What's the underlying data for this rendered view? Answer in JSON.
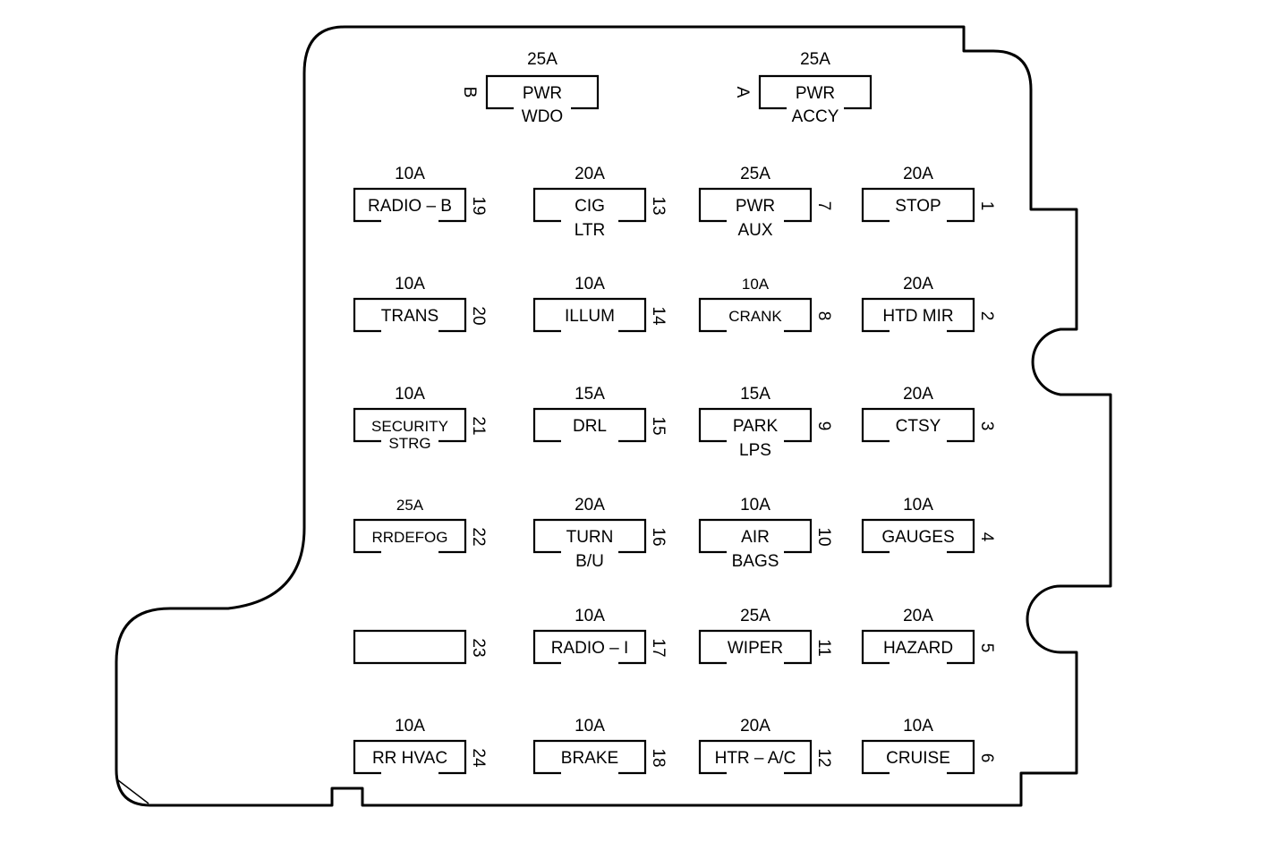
{
  "title": "",
  "top_fuses": [
    {
      "id": "B",
      "rating": "25A",
      "line1": "PWR",
      "line2": "WDO"
    },
    {
      "id": "A",
      "rating": "25A",
      "line1": "PWR",
      "line2": "ACCY"
    }
  ],
  "fuses": [
    {
      "num": "19",
      "rating": "10A",
      "line1": "RADIO – B",
      "line2": ""
    },
    {
      "num": "13",
      "rating": "20A",
      "line1": "CIG",
      "line2": "LTR"
    },
    {
      "num": "7",
      "rating": "25A",
      "line1": "PWR",
      "line2": "AUX"
    },
    {
      "num": "1",
      "rating": "20A",
      "line1": "STOP",
      "line2": ""
    },
    {
      "num": "20",
      "rating": "10A",
      "line1": "TRANS",
      "line2": ""
    },
    {
      "num": "14",
      "rating": "10A",
      "line1": "ILLUM",
      "line2": ""
    },
    {
      "num": "8",
      "rating": "10A",
      "line1": "CRANK",
      "line2": ""
    },
    {
      "num": "2",
      "rating": "20A",
      "line1": "HTD MIR",
      "line2": ""
    },
    {
      "num": "21",
      "rating": "10A",
      "line1": "SECURITY",
      "line2": "STRG"
    },
    {
      "num": "15",
      "rating": "15A",
      "line1": "DRL",
      "line2": ""
    },
    {
      "num": "9",
      "rating": "15A",
      "line1": "PARK",
      "line2": "LPS"
    },
    {
      "num": "3",
      "rating": "20A",
      "line1": "CTSY",
      "line2": ""
    },
    {
      "num": "22",
      "rating": "25A",
      "line1": "RRDEFOG",
      "line2": ""
    },
    {
      "num": "16",
      "rating": "20A",
      "line1": "TURN",
      "line2": "B/U"
    },
    {
      "num": "10",
      "rating": "10A",
      "line1": "AIR",
      "line2": "BAGS"
    },
    {
      "num": "4",
      "rating": "10A",
      "line1": "GAUGES",
      "line2": ""
    },
    {
      "num": "23",
      "rating": "",
      "line1": "",
      "line2": ""
    },
    {
      "num": "17",
      "rating": "10A",
      "line1": "RADIO – I",
      "line2": ""
    },
    {
      "num": "11",
      "rating": "25A",
      "line1": "WIPER",
      "line2": ""
    },
    {
      "num": "5",
      "rating": "20A",
      "line1": "HAZARD",
      "line2": ""
    },
    {
      "num": "24",
      "rating": "10A",
      "line1": "RR HVAC",
      "line2": ""
    },
    {
      "num": "18",
      "rating": "10A",
      "line1": "BRAKE",
      "line2": ""
    },
    {
      "num": "12",
      "rating": "20A",
      "line1": "HTR – A/C",
      "line2": ""
    },
    {
      "num": "6",
      "rating": "10A",
      "line1": "CRUISE",
      "line2": ""
    }
  ]
}
